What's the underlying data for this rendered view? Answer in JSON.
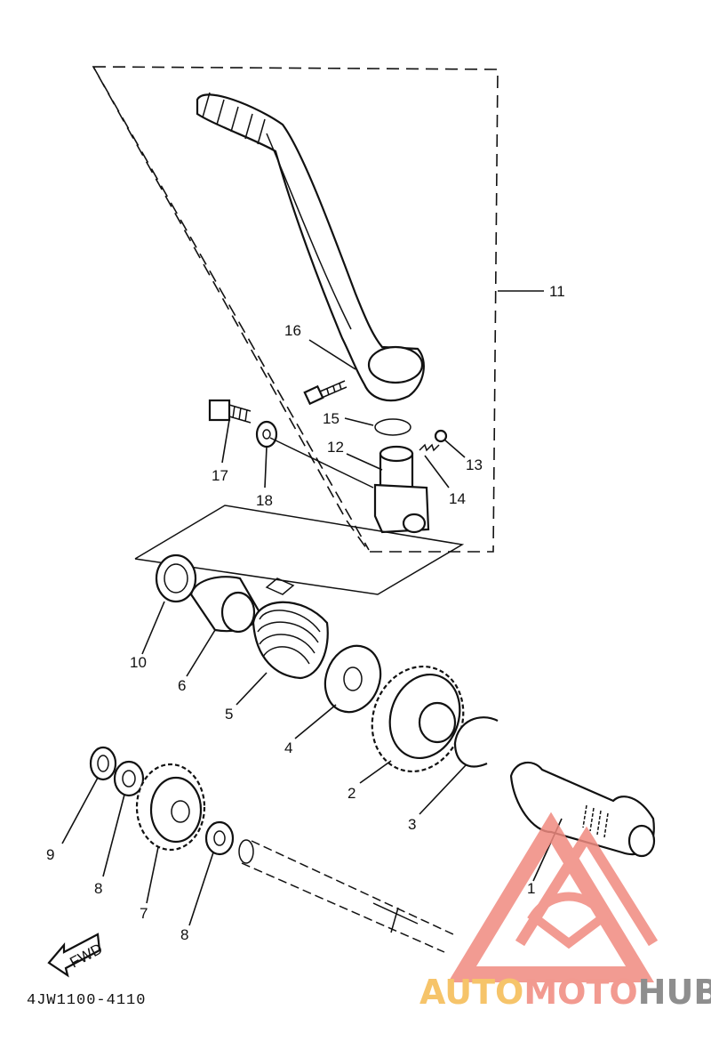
{
  "diagram": {
    "code": "4JW1100-4110",
    "fwd_label": "FWD",
    "callouts": {
      "c1": "1",
      "c2": "2",
      "c3": "3",
      "c4": "4",
      "c5": "5",
      "c6": "6",
      "c7": "7",
      "c8a": "8",
      "c8b": "8",
      "c9": "9",
      "c10": "10",
      "c11": "11",
      "c12": "12",
      "c13": "13",
      "c14": "14",
      "c15": "15",
      "c16": "16",
      "c17": "17",
      "c18": "18"
    }
  },
  "watermark": {
    "part1": "AUTO",
    "part2": "MOTO",
    "part3": "HUB",
    "colors": {
      "auto": "#f6c46a",
      "moto": "#f29a90",
      "hub": "#8e8e8e",
      "logo": "#f08a80"
    }
  }
}
